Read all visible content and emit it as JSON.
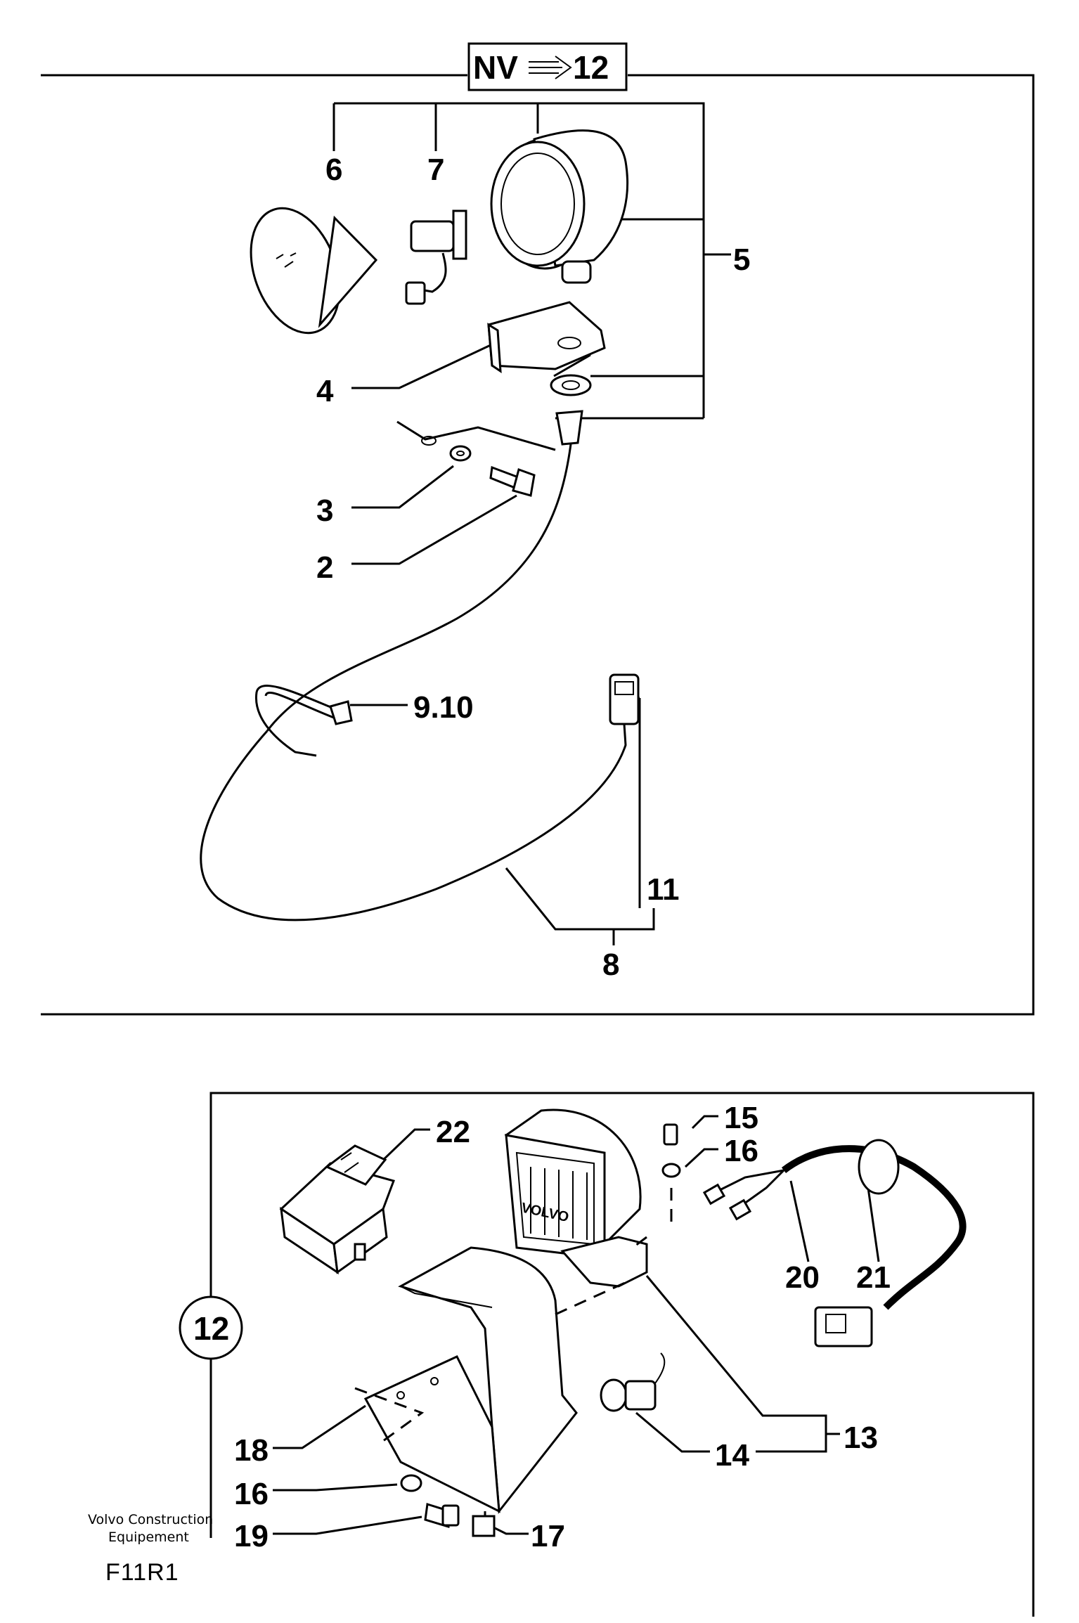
{
  "header": {
    "prefix": "NV",
    "arrow_symbol": "≡>",
    "suffix": "12"
  },
  "top_panel": {
    "callouts": [
      "6",
      "7",
      "5",
      "4",
      "3",
      "2",
      "9.10",
      "11",
      "8"
    ]
  },
  "bottom_panel": {
    "circle_label": "12",
    "callouts": [
      "22",
      "15",
      "16",
      "20",
      "21",
      "13",
      "14",
      "18",
      "16",
      "19",
      "17"
    ],
    "lamp_brand": "VOLVO"
  },
  "footer": {
    "maker_line1": "Volvo Construction",
    "maker_line2": "Equipement",
    "figure_code": "F11R1"
  },
  "icons": [
    "headlamp-icon",
    "bulb-icon",
    "lens-cone-icon",
    "bracket-icon",
    "nut-icon",
    "washer-icon",
    "bolt-icon",
    "cable-tie-icon",
    "connector-icon",
    "rocker-switch-icon",
    "work-lamp-icon"
  ]
}
